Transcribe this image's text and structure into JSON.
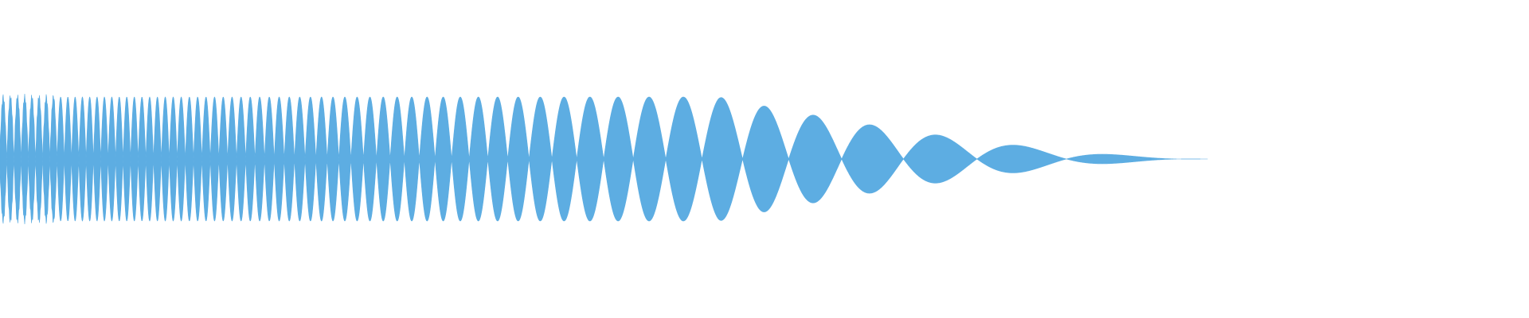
{
  "waveform": {
    "kind": "audio-waveform",
    "color": "#5dade2",
    "background": "#ffffff",
    "description_of_shape": "chirp / decaying oscillation",
    "envelope": {
      "amplitude_start": 1.0,
      "amplitude_end": 0.0,
      "decay_begins_fraction": 0.47,
      "signal_ends_fraction": 0.79
    },
    "frequency": {
      "cycles_start_dense": true,
      "cycles_end_sparse": true
    }
  }
}
